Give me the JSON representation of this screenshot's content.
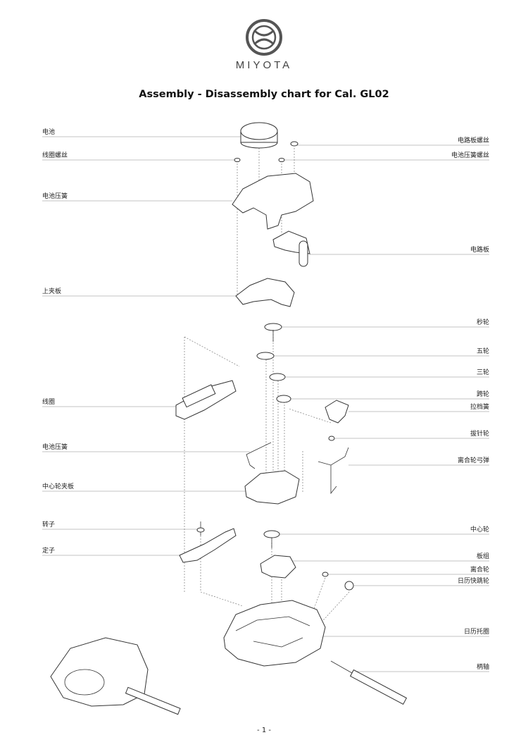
{
  "brand": "MIYOTA",
  "title": "Assembly - Disassembly chart for Cal. GL02",
  "page_number": "- 1 -",
  "labels_left": [
    {
      "id": "battery",
      "text": "电池"
    },
    {
      "id": "coil-screw",
      "text": "线圈螺丝"
    },
    {
      "id": "battery-spring-top",
      "text": "电池压簧"
    },
    {
      "id": "upper-plate",
      "text": "上夹板"
    },
    {
      "id": "coil",
      "text": "线圈"
    },
    {
      "id": "battery-spring-mid",
      "text": "电池压簧"
    },
    {
      "id": "center-wheel-bridge",
      "text": "中心轮夹板"
    },
    {
      "id": "rotor",
      "text": "转子"
    },
    {
      "id": "stator",
      "text": "定子"
    }
  ],
  "labels_right": [
    {
      "id": "circuit-screw",
      "text": "电路板螺丝"
    },
    {
      "id": "battery-spring-screw",
      "text": "电池压簧螺丝"
    },
    {
      "id": "circuit-board",
      "text": "电路板"
    },
    {
      "id": "second-wheel",
      "text": "秒轮"
    },
    {
      "id": "fifth-wheel",
      "text": "五轮"
    },
    {
      "id": "third-wheel",
      "text": "三轮"
    },
    {
      "id": "jump-wheel",
      "text": "跨轮"
    },
    {
      "id": "setting-lever-spring",
      "text": "拉档簧"
    },
    {
      "id": "setting-wheel",
      "text": "拔针轮"
    },
    {
      "id": "clutch-lever-spring",
      "text": "离合轮弓弹"
    },
    {
      "id": "center-wheel",
      "text": "中心轮"
    },
    {
      "id": "plate-group",
      "text": "板组"
    },
    {
      "id": "clutch-wheel",
      "text": "离合轮"
    },
    {
      "id": "date-quick-wheel",
      "text": "日历快跳轮"
    },
    {
      "id": "date-ring",
      "text": "日历托圈"
    },
    {
      "id": "stem",
      "text": "柄轴"
    }
  ]
}
